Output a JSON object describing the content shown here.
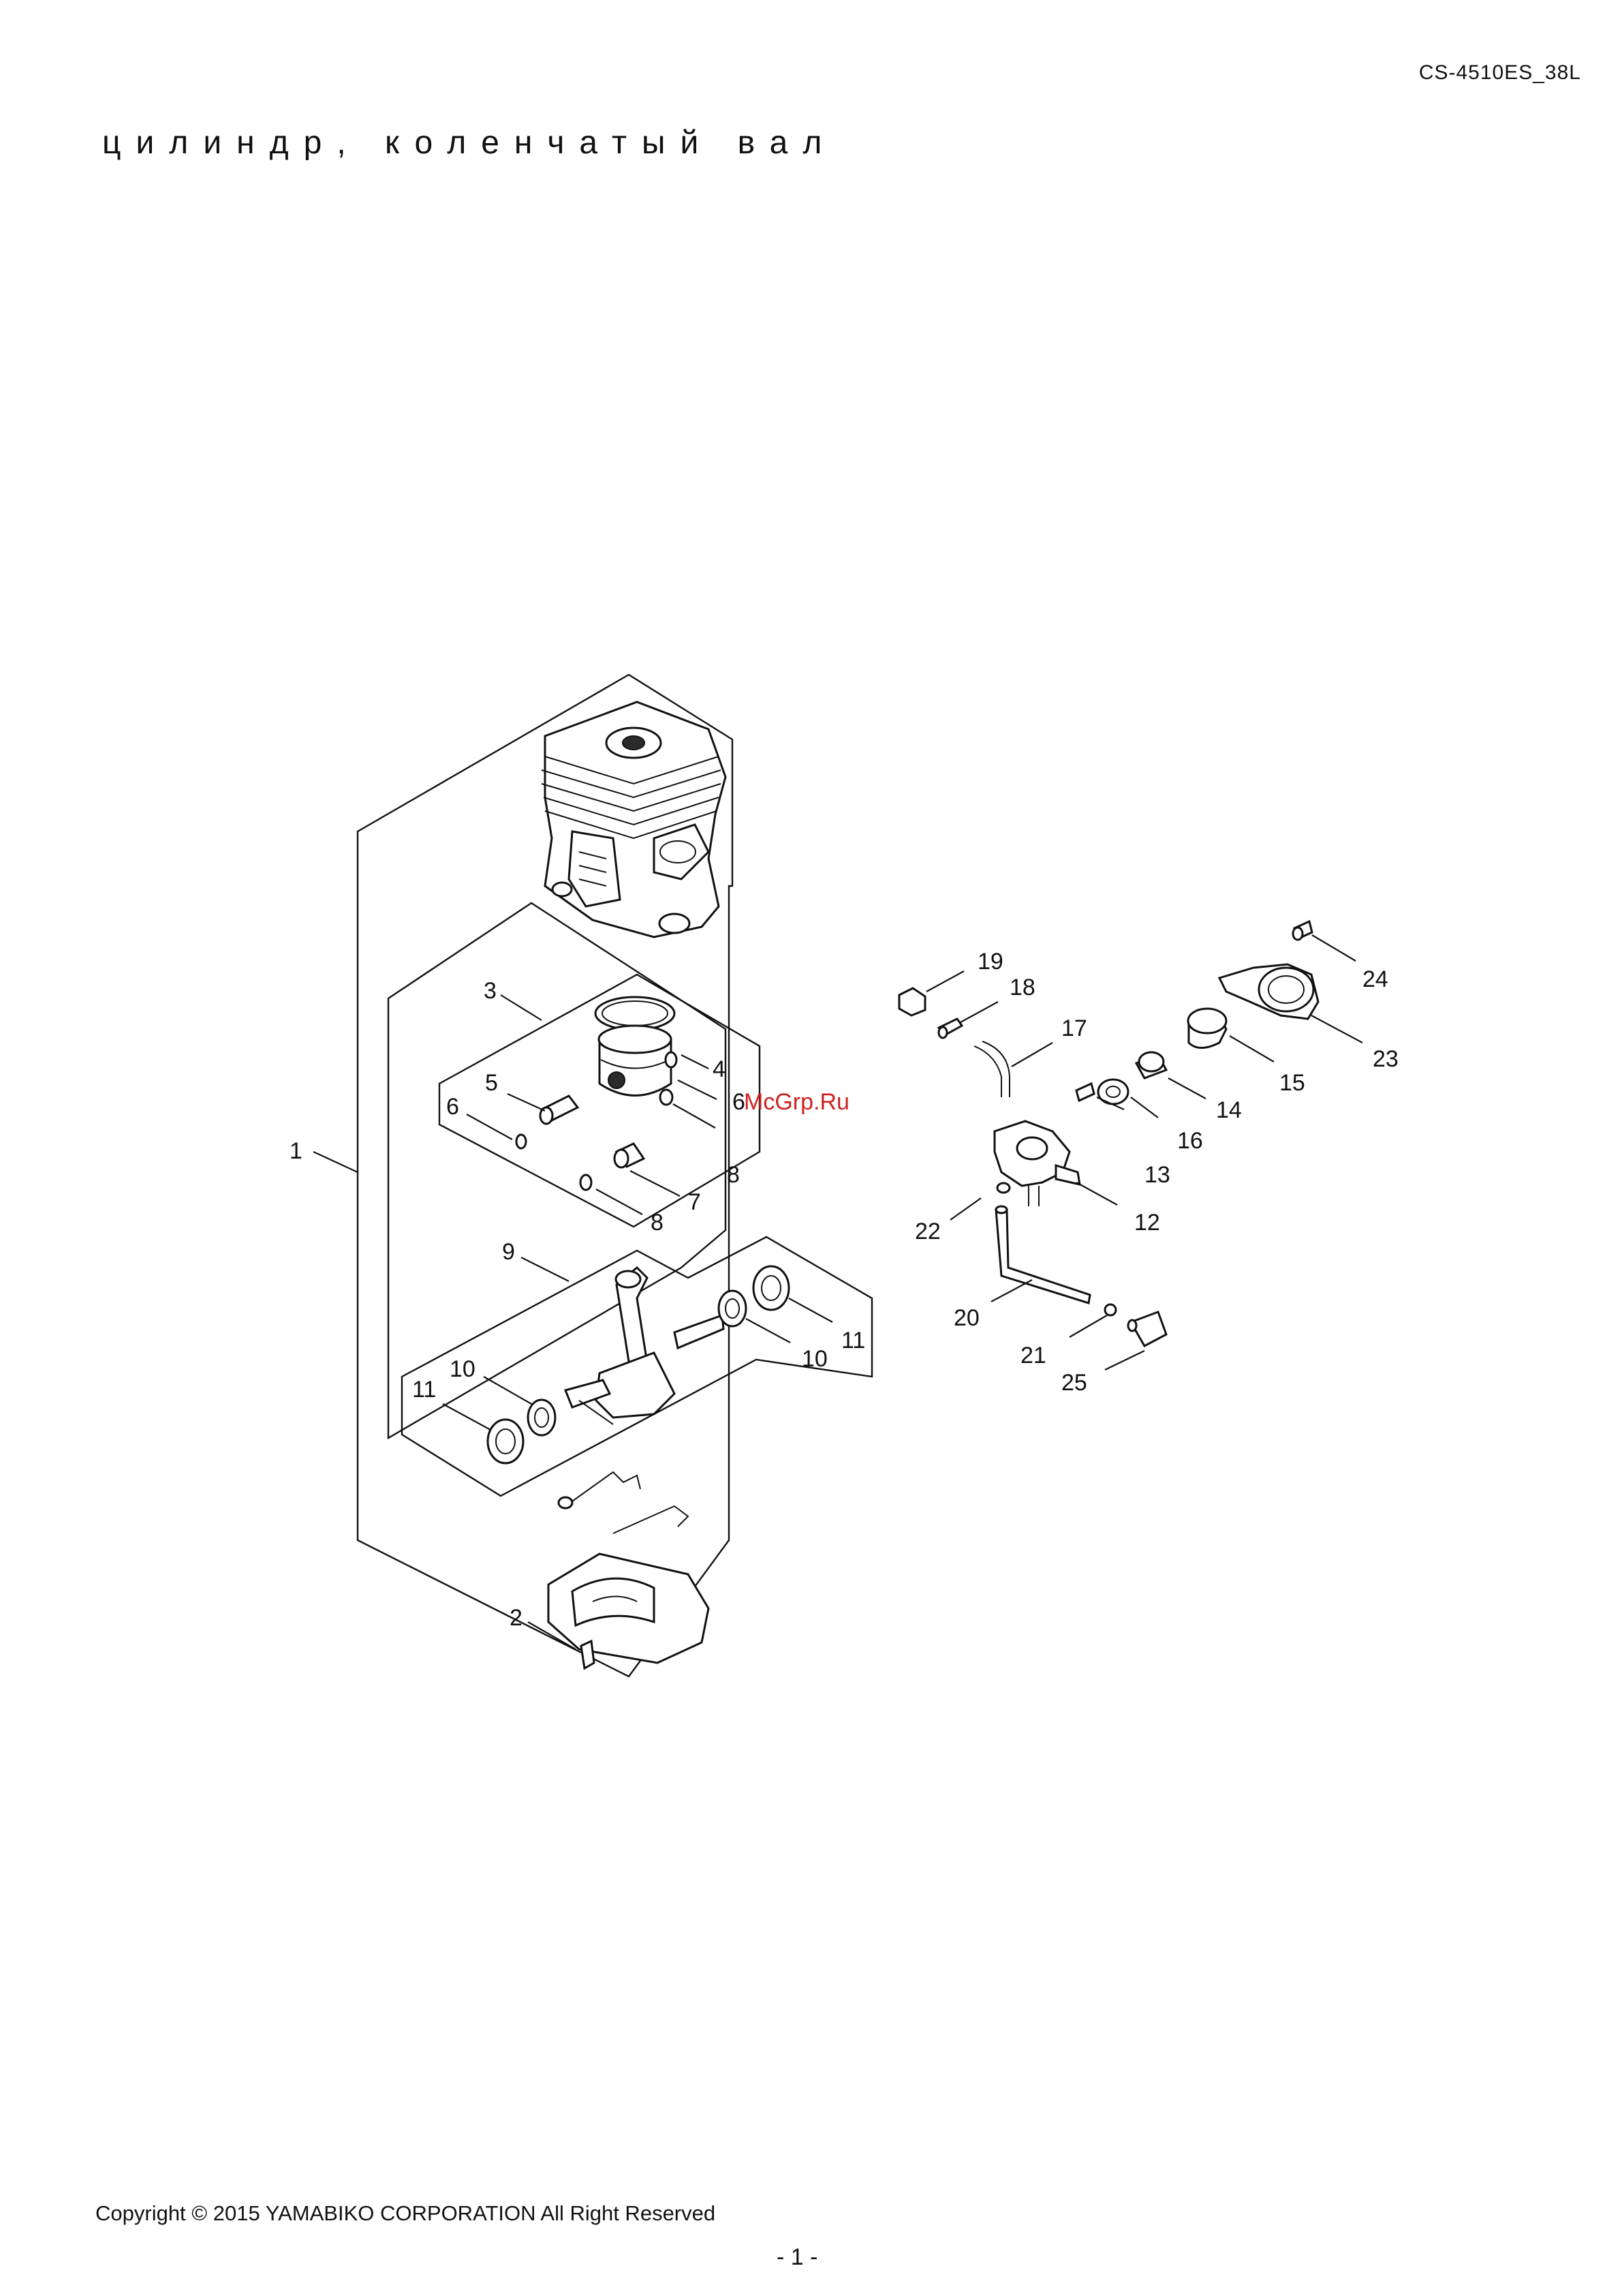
{
  "header": {
    "doc_code": "CS-4510ES_38L",
    "title": "цилиндр, коленчатый вал"
  },
  "watermark": "McGrp.Ru",
  "footer": {
    "copyright": "Copyright © 2015 YAMABIKO CORPORATION All Right Reserved",
    "page": "- 1 -"
  },
  "callouts": {
    "c1": "1",
    "c2": "2",
    "c3": "3",
    "c4": "4",
    "c5": "5",
    "c6a": "6",
    "c6b": "6",
    "c7": "7",
    "c8a": "8",
    "c8b": "8",
    "c9": "9",
    "c10a": "10",
    "c10b": "10",
    "c11a": "11",
    "c11b": "11",
    "c12": "12",
    "c13": "13",
    "c14": "14",
    "c15": "15",
    "c16": "16",
    "c17": "17",
    "c18": "18",
    "c19": "19",
    "c20": "20",
    "c21": "21",
    "c22": "22",
    "c23": "23",
    "c24": "24",
    "c25": "25"
  }
}
